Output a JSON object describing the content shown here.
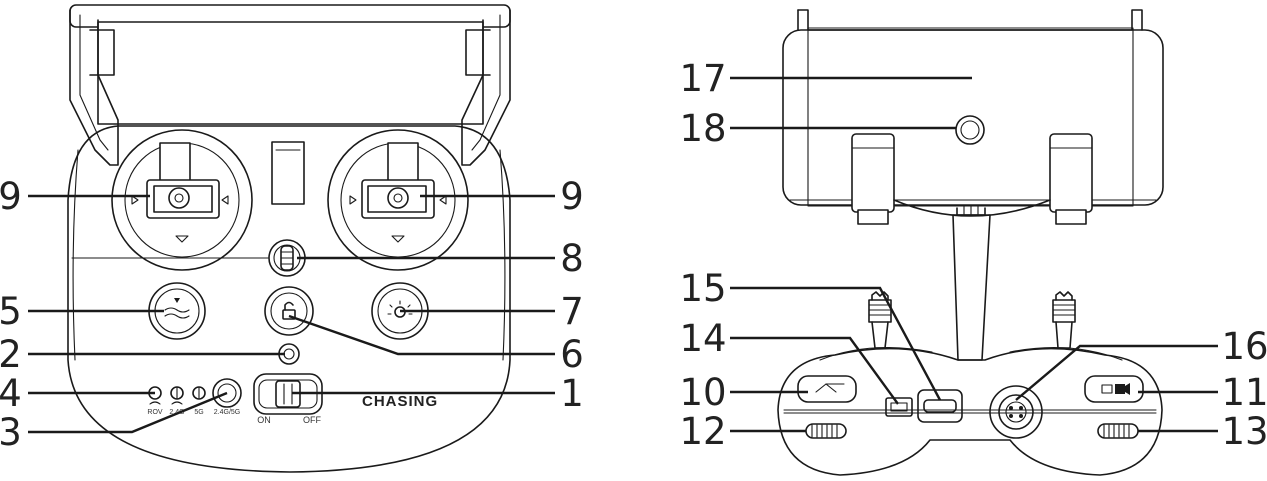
{
  "front_view": {
    "callouts": {
      "c9_left": "9",
      "c9_right": "9",
      "c8": "8",
      "c5": "5",
      "c7": "7",
      "c2": "2",
      "c6": "6",
      "c4": "4",
      "c1": "1",
      "c3": "3"
    },
    "led_labels": [
      "ROV",
      "2.4G",
      "5G",
      "2.4G/5G"
    ],
    "switch_labels": {
      "on": "ON",
      "off": "OFF"
    },
    "brand": "CHASING"
  },
  "side_view": {
    "callouts": {
      "c17": "17",
      "c18": "18",
      "c15": "15",
      "c14": "14",
      "c16": "16",
      "c10": "10",
      "c11": "11",
      "c12": "12",
      "c13": "13"
    }
  },
  "icons": [
    "dive-icon",
    "lock-icon",
    "light-icon",
    "return-icon",
    "camera-video-icon",
    "antenna-icon"
  ]
}
